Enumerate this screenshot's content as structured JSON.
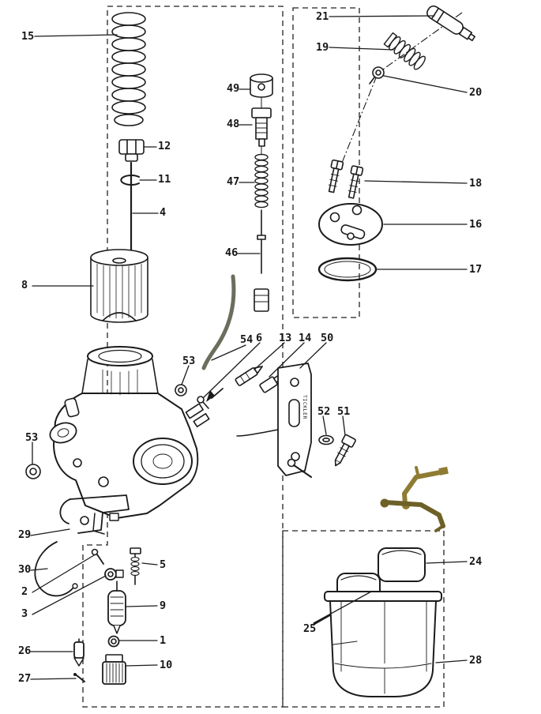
{
  "figure": {
    "kind": "exploded-parts-diagram"
  },
  "colors": {
    "line": "#1b1b1b",
    "dashed": "#222222",
    "brass_light": "#8f7c33",
    "brass_dark": "#6e6128",
    "tube": "#6d6d5e",
    "background": "#ffffff"
  },
  "callouts": {
    "c15": "15",
    "c12": "12",
    "c11": "11",
    "c4": "4",
    "c8": "8",
    "c49": "49",
    "c48": "48",
    "c47": "47",
    "c46": "46",
    "c21": "21",
    "c19": "19",
    "c20": "20",
    "c18": "18",
    "c16": "16",
    "c17": "17",
    "c54": "54",
    "c6": "6",
    "c13": "13",
    "c14": "14",
    "c50": "50",
    "c53_mid": "53",
    "c53_left": "53",
    "c52": "52",
    "c51": "51",
    "c29": "29",
    "c30": "30",
    "c2": "2",
    "c3": "3",
    "c5": "5",
    "c9": "9",
    "c26": "26",
    "c27": "27",
    "c1": "1",
    "c10": "10",
    "c24": "24",
    "c25": "25",
    "c28": "28",
    "tickler": "TICKLER"
  }
}
